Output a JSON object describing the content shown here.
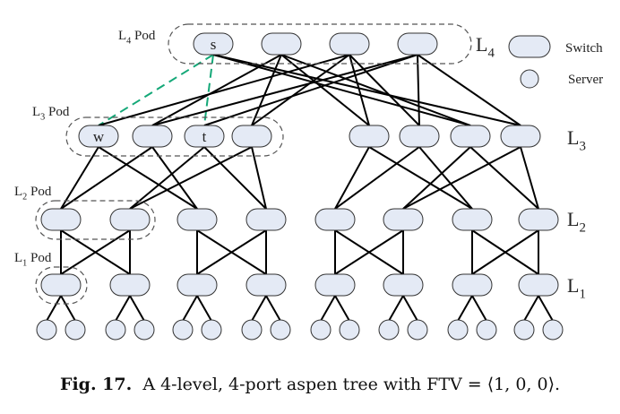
{
  "figure": {
    "type": "network-topology",
    "levels": [
      {
        "id": "L4",
        "label": "L",
        "sub": "4",
        "pod_label": "Pod",
        "switches": [
          "s",
          "",
          "",
          ""
        ]
      },
      {
        "id": "L3",
        "label": "L",
        "sub": "3",
        "pod_label": "Pod",
        "switches": [
          "w",
          "",
          "t",
          "",
          "",
          "",
          "",
          ""
        ]
      },
      {
        "id": "L2",
        "label": "L",
        "sub": "2",
        "pod_label": "Pod",
        "switches": [
          "",
          "",
          "",
          "",
          "",
          "",
          "",
          ""
        ]
      },
      {
        "id": "L1",
        "label": "L",
        "sub": "1",
        "pod_label": "Pod",
        "switches": [
          "",
          "",
          "",
          "",
          "",
          "",
          "",
          ""
        ]
      }
    ],
    "servers_per_l1": 2,
    "l4_to_l3_links": [
      [
        0,
        0,
        "dashed"
      ],
      [
        0,
        2,
        "dashed"
      ],
      [
        0,
        6,
        "solid"
      ],
      [
        0,
        7,
        "solid"
      ],
      [
        1,
        1,
        "solid"
      ],
      [
        1,
        3,
        "solid"
      ],
      [
        1,
        4,
        "solid"
      ],
      [
        1,
        6,
        "solid"
      ],
      [
        2,
        0,
        "solid"
      ],
      [
        2,
        3,
        "solid"
      ],
      [
        2,
        4,
        "solid"
      ],
      [
        2,
        5,
        "solid"
      ],
      [
        3,
        1,
        "solid"
      ],
      [
        3,
        2,
        "solid"
      ],
      [
        3,
        5,
        "solid"
      ],
      [
        3,
        7,
        "solid"
      ]
    ],
    "highlight_color": "#14a878",
    "node_fill": "#e4eaf5"
  },
  "legend": {
    "switch_label": "Switch",
    "server_label": "Server"
  },
  "caption": {
    "prefix": "Fig. 17.",
    "text": "A 4-level, 4-port aspen tree with FTV = ⟨1, 0, 0⟩."
  }
}
